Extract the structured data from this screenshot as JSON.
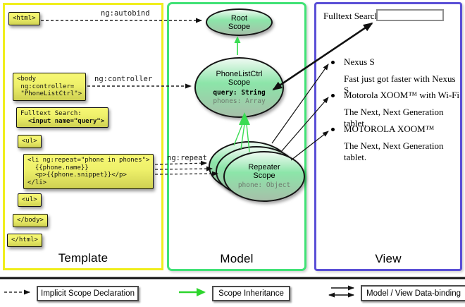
{
  "colors": {
    "template_border": "#f0ee1c",
    "model_border": "#41e276",
    "view_border": "#5a4fd6",
    "code_box_yellow": "#eef06a",
    "scope_fill_green": "#8ce5a9",
    "inheritance_arrow_green": "#4ae27a",
    "legend_arrow_green": "#2dd52d",
    "arrow_black": "#111111"
  },
  "template": {
    "title": "Template",
    "snippets": {
      "html_open": "<html>",
      "body_open": "<body\n ng:controller=\n \"PhoneListCtrl\">",
      "fulltext_label": "Fulltext Search:",
      "fulltext_input": "  <input name=\"query\">",
      "ul_open": "<ul>",
      "li_repeat": "<li ng:repeat=\"phone in phones\">\n  {{phone.name}}\n  <p>{{phone.snippet}}</p>\n</li>",
      "ul_close": "<ul>",
      "body_close": "</body>",
      "html_close": "</html>"
    }
  },
  "connectors": {
    "autobind": "ng:autobind",
    "controller": "ng:controller",
    "repeat": "ng:repeat"
  },
  "model": {
    "title": "Model",
    "root_scope": {
      "title": "Root\nScope"
    },
    "phonelist_scope": {
      "title": "PhoneListCtrl\nScope",
      "query": "query: String",
      "phones": "phones: Array"
    },
    "repeater_scope": {
      "title": "Repeater\nScope",
      "phone": "phone: Object"
    }
  },
  "view": {
    "title": "View",
    "search_label": "Fulltext Search:",
    "search_value": "",
    "items": [
      {
        "name": "Nexus S",
        "snippet": "Fast just got faster with Nexus S."
      },
      {
        "name": "Motorola XOOM™  with Wi-Fi",
        "snippet": "The Next, Next Generation tablet."
      },
      {
        "name": "MOTOROLA XOOM™",
        "snippet": "The Next, Next Generation tablet."
      }
    ]
  },
  "legend": {
    "implicit": "Implicit Scope Declaration",
    "inheritance": "Scope Inheritance",
    "databinding": "Model / View Data-binding"
  }
}
